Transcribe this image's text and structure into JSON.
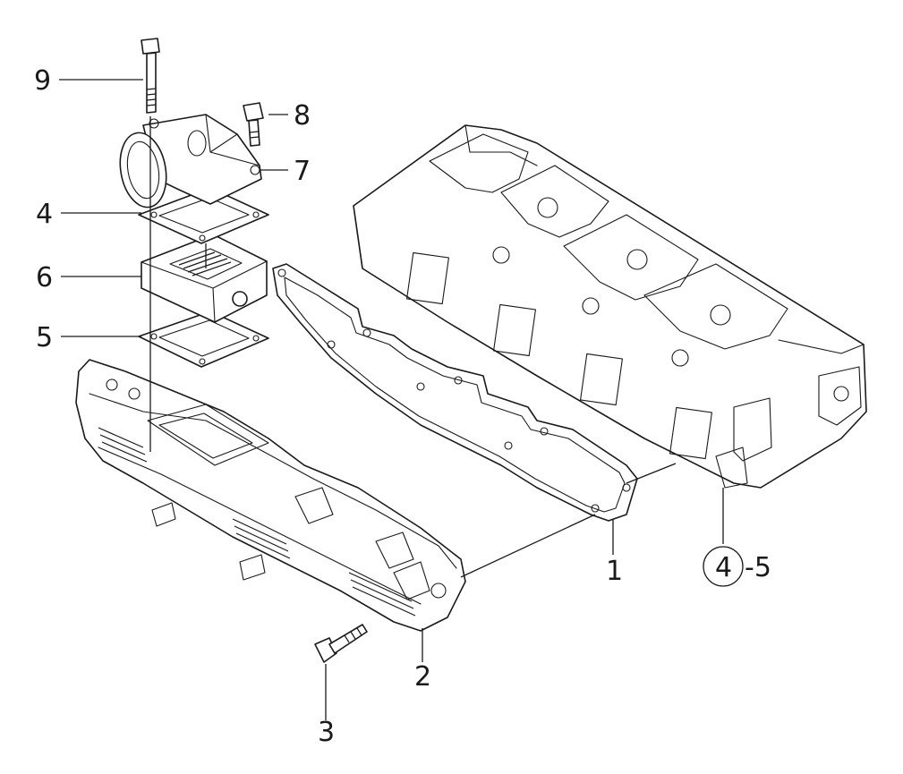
{
  "callouts": {
    "c1": "1",
    "c2": "2",
    "c3": "3",
    "c4": "4",
    "c5": "5",
    "c6": "6",
    "c7": "7",
    "c8": "8",
    "c9": "9",
    "c45_circle": "4",
    "c45_suffix": "-5"
  },
  "colors": {
    "ink": "#1a1a1a",
    "background": "#ffffff"
  }
}
